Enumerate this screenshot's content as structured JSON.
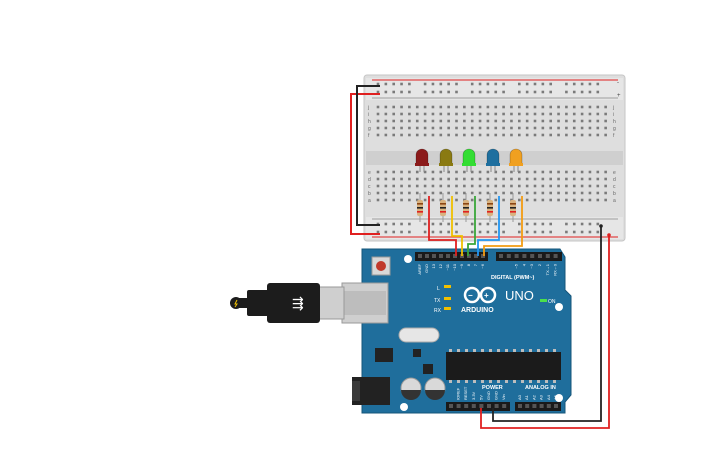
{
  "board": {
    "brand": "ARDUINO",
    "model": "UNO",
    "header_digital": "DIGITAL (PWM~)",
    "header_power": "POWER",
    "header_analog": "ANALOG IN",
    "on_label": "ON",
    "led_labels": [
      "L",
      "TX",
      "RX"
    ],
    "digital_pins": [
      "AREF",
      "GND",
      "13",
      "12",
      "~11",
      "~10",
      "~9",
      "8",
      "7",
      "~6",
      "~5",
      "4",
      "~3",
      "2",
      "TX→1",
      "RX←0"
    ],
    "power_pins": [
      "IOREF",
      "RESET",
      "3.3V",
      "5V",
      "GND",
      "GND",
      "Vin"
    ],
    "analog_pins": [
      "A0",
      "A1",
      "A2",
      "A3",
      "A4",
      "A5"
    ]
  },
  "breadboard": {
    "row_letters_top": [
      "j",
      "i",
      "h",
      "g",
      "f"
    ],
    "row_letters_bottom": [
      "e",
      "d",
      "c",
      "b",
      "a"
    ],
    "rail_signs": [
      "-",
      "+"
    ]
  },
  "leds": [
    {
      "color": "#8b1a1a",
      "name": "red"
    },
    {
      "color": "#8a7a12",
      "name": "yellow"
    },
    {
      "color": "#33dd33",
      "name": "green"
    },
    {
      "color": "#1e6f9f",
      "name": "blue"
    },
    {
      "color": "#f0a020",
      "name": "orange"
    }
  ],
  "wire_colors": {
    "red": "#e02020",
    "black": "#222222",
    "yellow": "#f0c000",
    "green": "#3aa63a",
    "blue": "#2196f3",
    "orange": "#f39c12"
  }
}
